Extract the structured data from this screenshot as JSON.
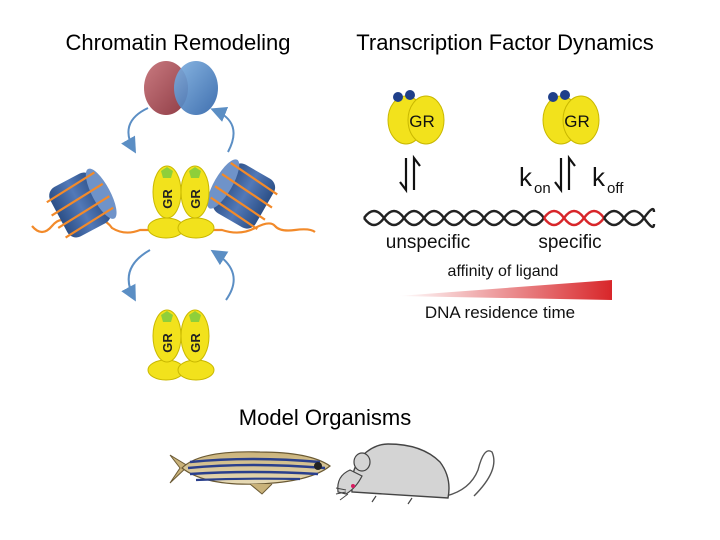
{
  "headings": {
    "chromatin": "Chromatin Remodeling",
    "tf_dynamics": "Transcription Factor Dynamics",
    "organisms": "Model Organisms"
  },
  "receptor_label": "GR",
  "dna_labels": {
    "unspecific": "unspecific",
    "specific": "specific"
  },
  "rates": {
    "k": "k",
    "on": "on",
    "off": "off"
  },
  "gradient_labels": {
    "affinity": "affinity of ligand",
    "residence": "DNA residence time"
  },
  "icons": [
    "remodeler-complex-icon",
    "nucleosome-icon",
    "gr-dimer-icon",
    "gr-receptor-icon",
    "zebrafish-icon",
    "mouse-icon"
  ],
  "colors": {
    "receptor_yellow": "#f2e21c",
    "ligand_green": "#8fcf3a",
    "dna_orange": "#f28a2a",
    "nucleosome_blue": "#3f6aa8",
    "specific_red": "#d8262a",
    "cycle_arrow": "#5b8ec4"
  }
}
